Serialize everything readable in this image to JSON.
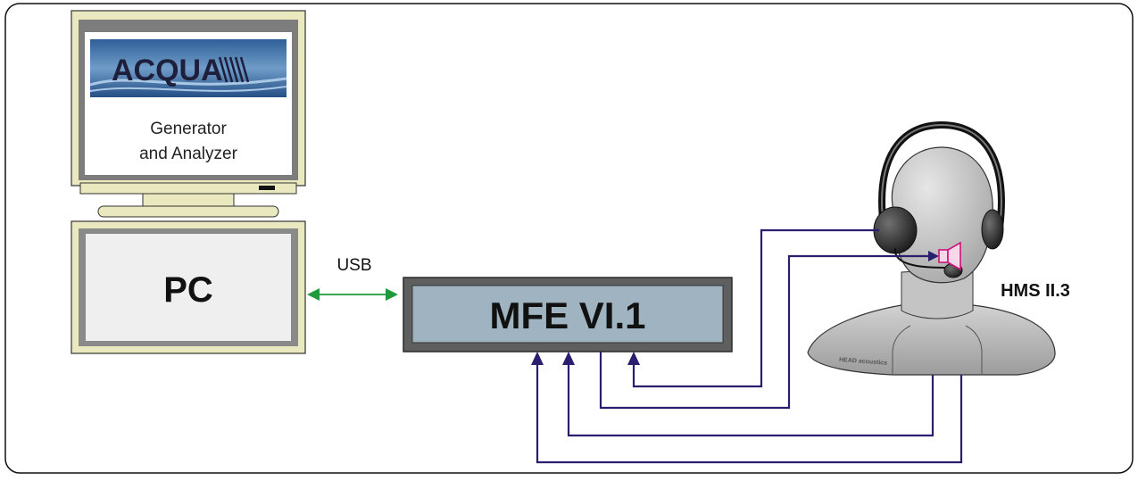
{
  "monitor": {
    "logo_text": "ACQUA",
    "caption_line1": "Generator",
    "caption_line2": "and Analyzer"
  },
  "pc": {
    "label": "PC"
  },
  "usb": {
    "label": "USB"
  },
  "frontend": {
    "label": "MFE VI.1"
  },
  "head": {
    "label": "HMS II.3",
    "brand_text": "HEAD acoustics"
  },
  "colors": {
    "signal_line": "#2a1f6e",
    "usb_arrow": "#1e9a3c",
    "frontend_face": "#9fb4c0",
    "speaker": "#d0127a"
  }
}
